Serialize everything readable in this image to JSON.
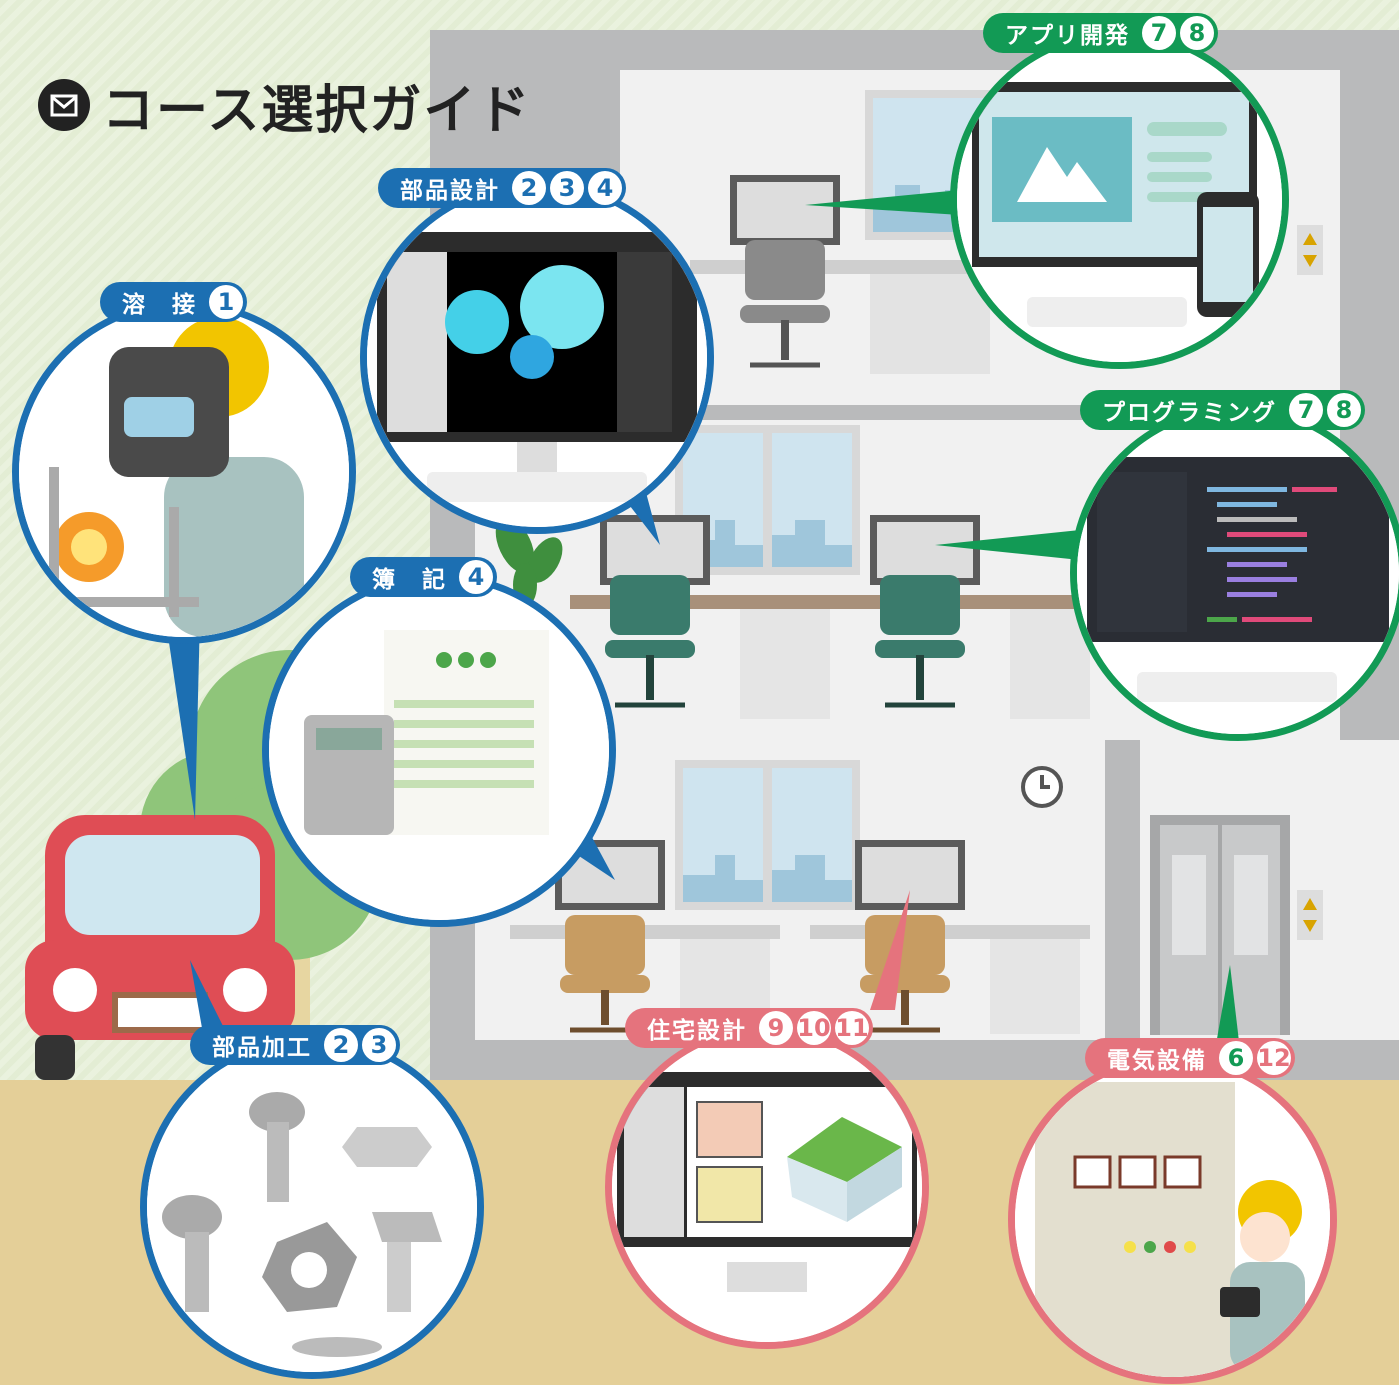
{
  "title": {
    "text": "コース選択ガイド",
    "icon": "check-envelope-icon"
  },
  "courses": [
    {
      "key": "welding",
      "label": "溶　接",
      "numbers": [
        "1"
      ],
      "color": "#1c6fb2"
    },
    {
      "key": "part-design",
      "label": "部品設計",
      "numbers": [
        "2",
        "3",
        "4"
      ],
      "color": "#1c6fb2"
    },
    {
      "key": "bookkeeping",
      "label": "簿　記",
      "numbers": [
        "4"
      ],
      "color": "#1c6fb2"
    },
    {
      "key": "part-processing",
      "label": "部品加工",
      "numbers": [
        "2",
        "3"
      ],
      "color": "#1c6fb2"
    },
    {
      "key": "app-dev",
      "label": "アプリ開発",
      "numbers": [
        "7",
        "8"
      ],
      "color": "#129a55"
    },
    {
      "key": "programming",
      "label": "プログラミング",
      "numbers": [
        "7",
        "8"
      ],
      "color": "#129a55"
    },
    {
      "key": "housing-design",
      "label": "住宅設計",
      "numbers": [
        "9",
        "10",
        "11"
      ],
      "color": "#e5737d"
    },
    {
      "key": "electrical",
      "label": "電気設備",
      "numbers": [
        "6",
        "12"
      ],
      "color": "#e5737d"
    }
  ]
}
